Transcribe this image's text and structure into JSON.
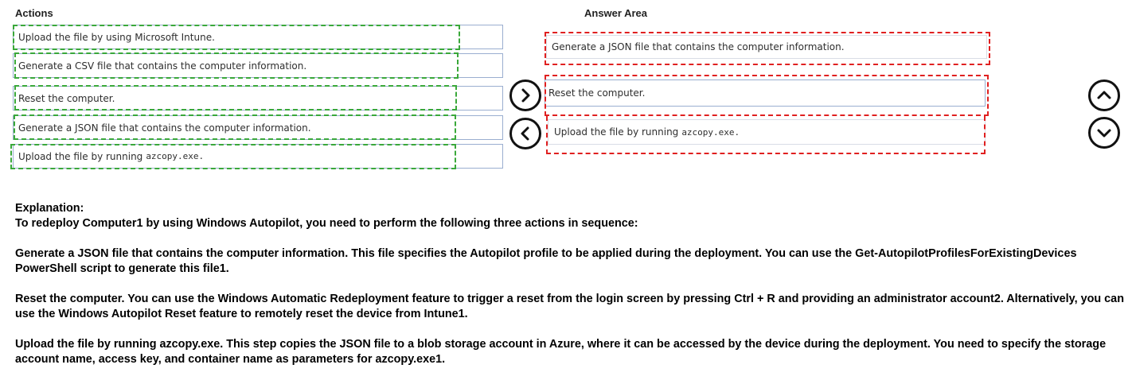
{
  "actions": {
    "header": "Actions",
    "items": [
      {
        "text": "Upload the file by using Microsoft Intune.",
        "code": ""
      },
      {
        "text": "Generate a CSV file that contains the computer information.",
        "code": ""
      },
      {
        "text": "Reset the computer.",
        "code": ""
      },
      {
        "text": "Generate a JSON file that contains the computer information.",
        "code": ""
      },
      {
        "text": "Upload the file by running",
        "code": "azcopy.exe."
      }
    ]
  },
  "answer_area": {
    "header": "Answer Area",
    "items": [
      {
        "text": "Generate a JSON file that contains the computer information.",
        "code": ""
      },
      {
        "text": "Reset the computer.",
        "code": ""
      },
      {
        "text": "Upload the file by running",
        "code": "azcopy.exe."
      }
    ]
  },
  "controls": {
    "move_right_icon": "chevron-right-icon",
    "move_left_icon": "chevron-left-icon",
    "move_up_icon": "chevron-up-icon",
    "move_down_icon": "chevron-down-icon"
  },
  "colors": {
    "actions_outline": "#3aa83a",
    "answer_outline": "#e02020",
    "box_border": "#9aaed0"
  },
  "explanation": {
    "heading": "Explanation:",
    "intro": "To redeploy Computer1 by using Windows Autopilot, you need to perform the following three actions in sequence:",
    "step1": "Generate a JSON file that contains the computer information. This file specifies the Autopilot profile to be applied during the deployment. You can use the Get-AutopilotProfilesForExistingDevices PowerShell script to generate this file1.",
    "step2": "Reset the computer. You can use the Windows Automatic Redeployment feature to trigger a reset from the login screen by pressing Ctrl + R and providing an administrator account2. Alternatively, you can use the Windows Autopilot Reset feature to remotely reset the device from Intune1.",
    "step3": "Upload the file by running azcopy.exe. This step copies the JSON file to a blob storage account in Azure, where it can be accessed by the device during the deployment. You need to specify the storage account name, access key, and container name as parameters for azcopy.exe1."
  }
}
